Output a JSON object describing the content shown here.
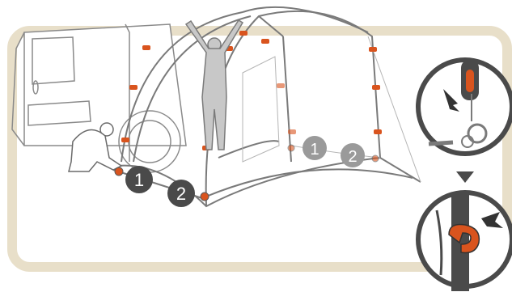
{
  "colors": {
    "frame": "#e8dfc9",
    "line": "#6a6a6a",
    "accent": "#d9541e",
    "figure": "#c8c8c8",
    "badge_dark": "#4a4a4a",
    "badge_light": "#9a9a9a"
  },
  "labels": {
    "front_left": "1",
    "front_right": "2",
    "back_left": "1",
    "back_right": "2"
  },
  "icons": {
    "arrow": "arrow-pointer-icon",
    "ring": "ring-icon",
    "hook": "hook-icon"
  }
}
